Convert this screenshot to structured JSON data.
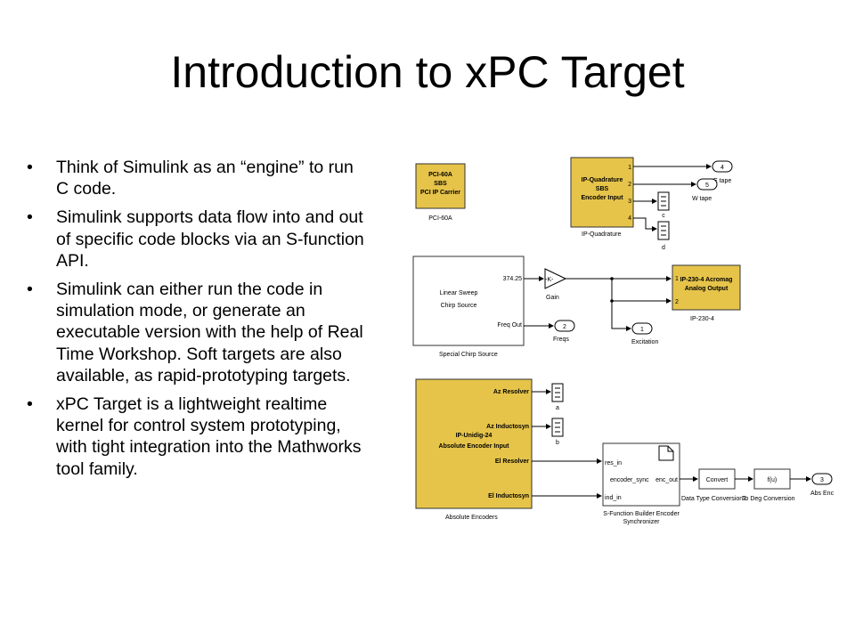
{
  "slide": {
    "title": "Introduction to xPC Target",
    "bullet_char": "•",
    "bullets": [
      "Think of Simulink as an “engine” to run C code.",
      "Simulink supports data flow into and out of specific code blocks via an S-function API.",
      "Simulink can either run the code in simulation mode, or generate an executable version with the help of Real Time Workshop. Soft targets are also available, as rapid-prototyping targets.",
      "xPC Target is a lightweight realtime kernel for control system prototyping, with tight integration into the Mathworks tool family."
    ]
  },
  "diagram": {
    "pci60a": {
      "lines": [
        "PCI-60A",
        "SBS",
        "PCI IP Carrier"
      ],
      "caption": "PCI-60A"
    },
    "quadrature": {
      "lines": [
        "IP-Quadrature",
        "SBS",
        "Encoder Input"
      ],
      "ports": [
        "1",
        "2",
        "3",
        "4"
      ],
      "caption": "IP-Quadrature"
    },
    "out_e_tape": {
      "num": "4",
      "label": "E tape"
    },
    "out_w_tape": {
      "num": "5",
      "label": "W tape"
    },
    "term_c": "c",
    "term_d": "d",
    "chirp": {
      "lines": [
        "Linear Sweep",
        "Chirp Source"
      ],
      "out1": "374.25",
      "out2": "Freq Out",
      "caption": "Special Chirp Source"
    },
    "gain": {
      "symbol": "-K-",
      "caption": "Gain"
    },
    "out_freqs": {
      "num": "2",
      "label": "Freqs"
    },
    "analog": {
      "lines": [
        "IP-230-4 Acromag",
        "Analog Output"
      ],
      "ports": [
        "1",
        "2"
      ],
      "caption": "IP-230-4"
    },
    "out_excitation": {
      "num": "1",
      "label": "Excitation"
    },
    "abs_enc": {
      "lines": [
        "IP-Unidig-24",
        "Absolute Encoder Input"
      ],
      "ports": [
        "Az Resolver",
        "Az Inductosyn",
        "El Resolver",
        "El Inductosyn"
      ],
      "caption": "Absolute Encoders"
    },
    "term_a": "a",
    "term_b": "b",
    "sfunc": {
      "in1": "res_in",
      "in2": "ind_in",
      "mid": "encoder_sync",
      "out": "enc_out",
      "caption1": "S-Function Builder Encoder",
      "caption2": "Synchronizer"
    },
    "convert": {
      "label": "Convert",
      "caption": "Data Type Conversion2"
    },
    "fcn": {
      "label": "f(u)",
      "caption": "To Deg Conversion"
    },
    "out_abs": {
      "num": "3",
      "label": "Abs Enc"
    }
  }
}
